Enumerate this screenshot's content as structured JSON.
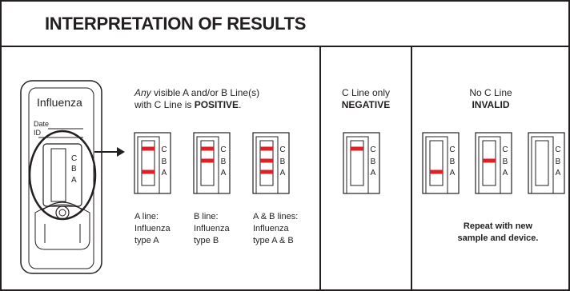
{
  "title": "INTERPRETATION OF RESULTS",
  "device": {
    "name": "Influenza",
    "date_label": "Date",
    "id_label": "ID",
    "window_letters": [
      "C",
      "B",
      "A"
    ]
  },
  "positive": {
    "description_italic": "Any",
    "description_rest_1": " visible A and/or B Line(s)",
    "description_rest_2": "with C Line is ",
    "description_bold": "POSITIVE",
    "description_end": ".",
    "captions": [
      {
        "line1": "A line:",
        "line2": "Influenza",
        "line3": "type A"
      },
      {
        "line1": "B line:",
        "line2": "Influenza",
        "line3": "type B"
      },
      {
        "line1": "A & B lines:",
        "line2": "Influenza",
        "line3": "type A & B"
      }
    ]
  },
  "negative": {
    "heading": "C Line only",
    "result": "NEGATIVE"
  },
  "invalid": {
    "heading": "No C Line",
    "result": "INVALID",
    "instruction_line1": "Repeat with new",
    "instruction_line2": "sample and device."
  },
  "strip_letters": [
    "C",
    "B",
    "A"
  ],
  "colors": {
    "line_red": "#e11f26",
    "ink": "#231f20"
  }
}
